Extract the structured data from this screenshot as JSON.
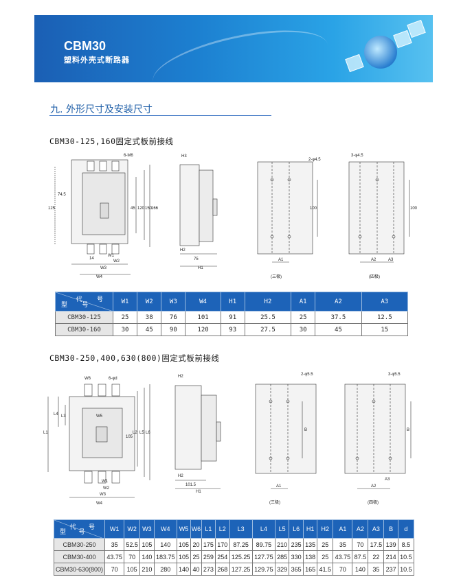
{
  "banner": {
    "title": "CBM30",
    "subtitle": "塑料外壳式断路器"
  },
  "section_title": "九. 外形尺寸及安装尺寸",
  "part1": {
    "subtitle": "CBM30-125,160固定式板前接线",
    "labels": {
      "holes_front": "6-M6",
      "h3": "H3",
      "h2": "H2",
      "h1": "H1",
      "dim75": "75",
      "w1": "W1",
      "w2": "W2",
      "w3": "W3",
      "w4": "W4",
      "d14": "14",
      "d125": "125",
      "d74": "74.5",
      "d120": "120",
      "d150": "150",
      "d166": "166",
      "d45": "45",
      "hole3": "2-φ4.5",
      "hole4": "3-φ4.5",
      "d100a": "100",
      "d100b": "100",
      "a1": "A1",
      "a2": "A2",
      "a3": "A3",
      "three": "(三极)",
      "four": "(四极)"
    },
    "table": {
      "corner_top": "代 号",
      "corner_bottom": "型 号",
      "columns": [
        "W1",
        "W2",
        "W3",
        "W4",
        "H1",
        "H2",
        "A1",
        "A2",
        "A3"
      ],
      "rows": [
        {
          "model": "CBM30-125",
          "values": [
            "25",
            "38",
            "76",
            "101",
            "91",
            "25.5",
            "25",
            "37.5",
            "12.5"
          ]
        },
        {
          "model": "CBM30-160",
          "values": [
            "30",
            "45",
            "90",
            "120",
            "93",
            "27.5",
            "30",
            "45",
            "15"
          ]
        }
      ]
    }
  },
  "part2": {
    "subtitle": "CBM30-250,400,630(800)固定式板前接线",
    "labels": {
      "w6": "W6",
      "holes_front": "6-φd",
      "w5": "W5",
      "l1": "L1",
      "l2": "L2",
      "l3": "L3",
      "l4": "L4",
      "l5": "L5",
      "l6": "L6",
      "d105": "105",
      "w1": "W1",
      "w2": "W2",
      "w3": "W3",
      "w4": "W4",
      "h1": "H1",
      "h2": "H2",
      "dim101": "101.5",
      "hole3": "2-φ5.5",
      "hole4": "3-φ5.5",
      "b1": "B",
      "b2": "B",
      "a1": "A1",
      "a2": "A2",
      "a3": "A3",
      "three": "(三极)",
      "four": "(四极)"
    },
    "table": {
      "corner_top": "代 号",
      "corner_bottom": "型 号",
      "columns": [
        "W1",
        "W2",
        "W3",
        "W4",
        "W5",
        "W6",
        "L1",
        "L2",
        "L3",
        "L4",
        "L5",
        "L6",
        "H1",
        "H2",
        "A1",
        "A2",
        "A3",
        "B",
        "d"
      ],
      "rows": [
        {
          "model": "CBM30-250",
          "values": [
            "35",
            "52.5",
            "105",
            "140",
            "105",
            "20",
            "175",
            "170",
            "87.25",
            "89.75",
            "210",
            "235",
            "135",
            "25",
            "35",
            "70",
            "17.5",
            "139",
            "8.5"
          ]
        },
        {
          "model": "CBM30-400",
          "values": [
            "43.75",
            "70",
            "140",
            "183.75",
            "105",
            "25",
            "259",
            "254",
            "125.25",
            "127.75",
            "285",
            "330",
            "138",
            "25",
            "43.75",
            "87.5",
            "22",
            "214",
            "10.5"
          ]
        },
        {
          "model": "CBM30-630(800)",
          "values": [
            "70",
            "105",
            "210",
            "280",
            "140",
            "40",
            "273",
            "268",
            "127.25",
            "129.75",
            "329",
            "365",
            "165",
            "41.5",
            "70",
            "140",
            "35",
            "237",
            "10.5"
          ]
        }
      ]
    }
  }
}
